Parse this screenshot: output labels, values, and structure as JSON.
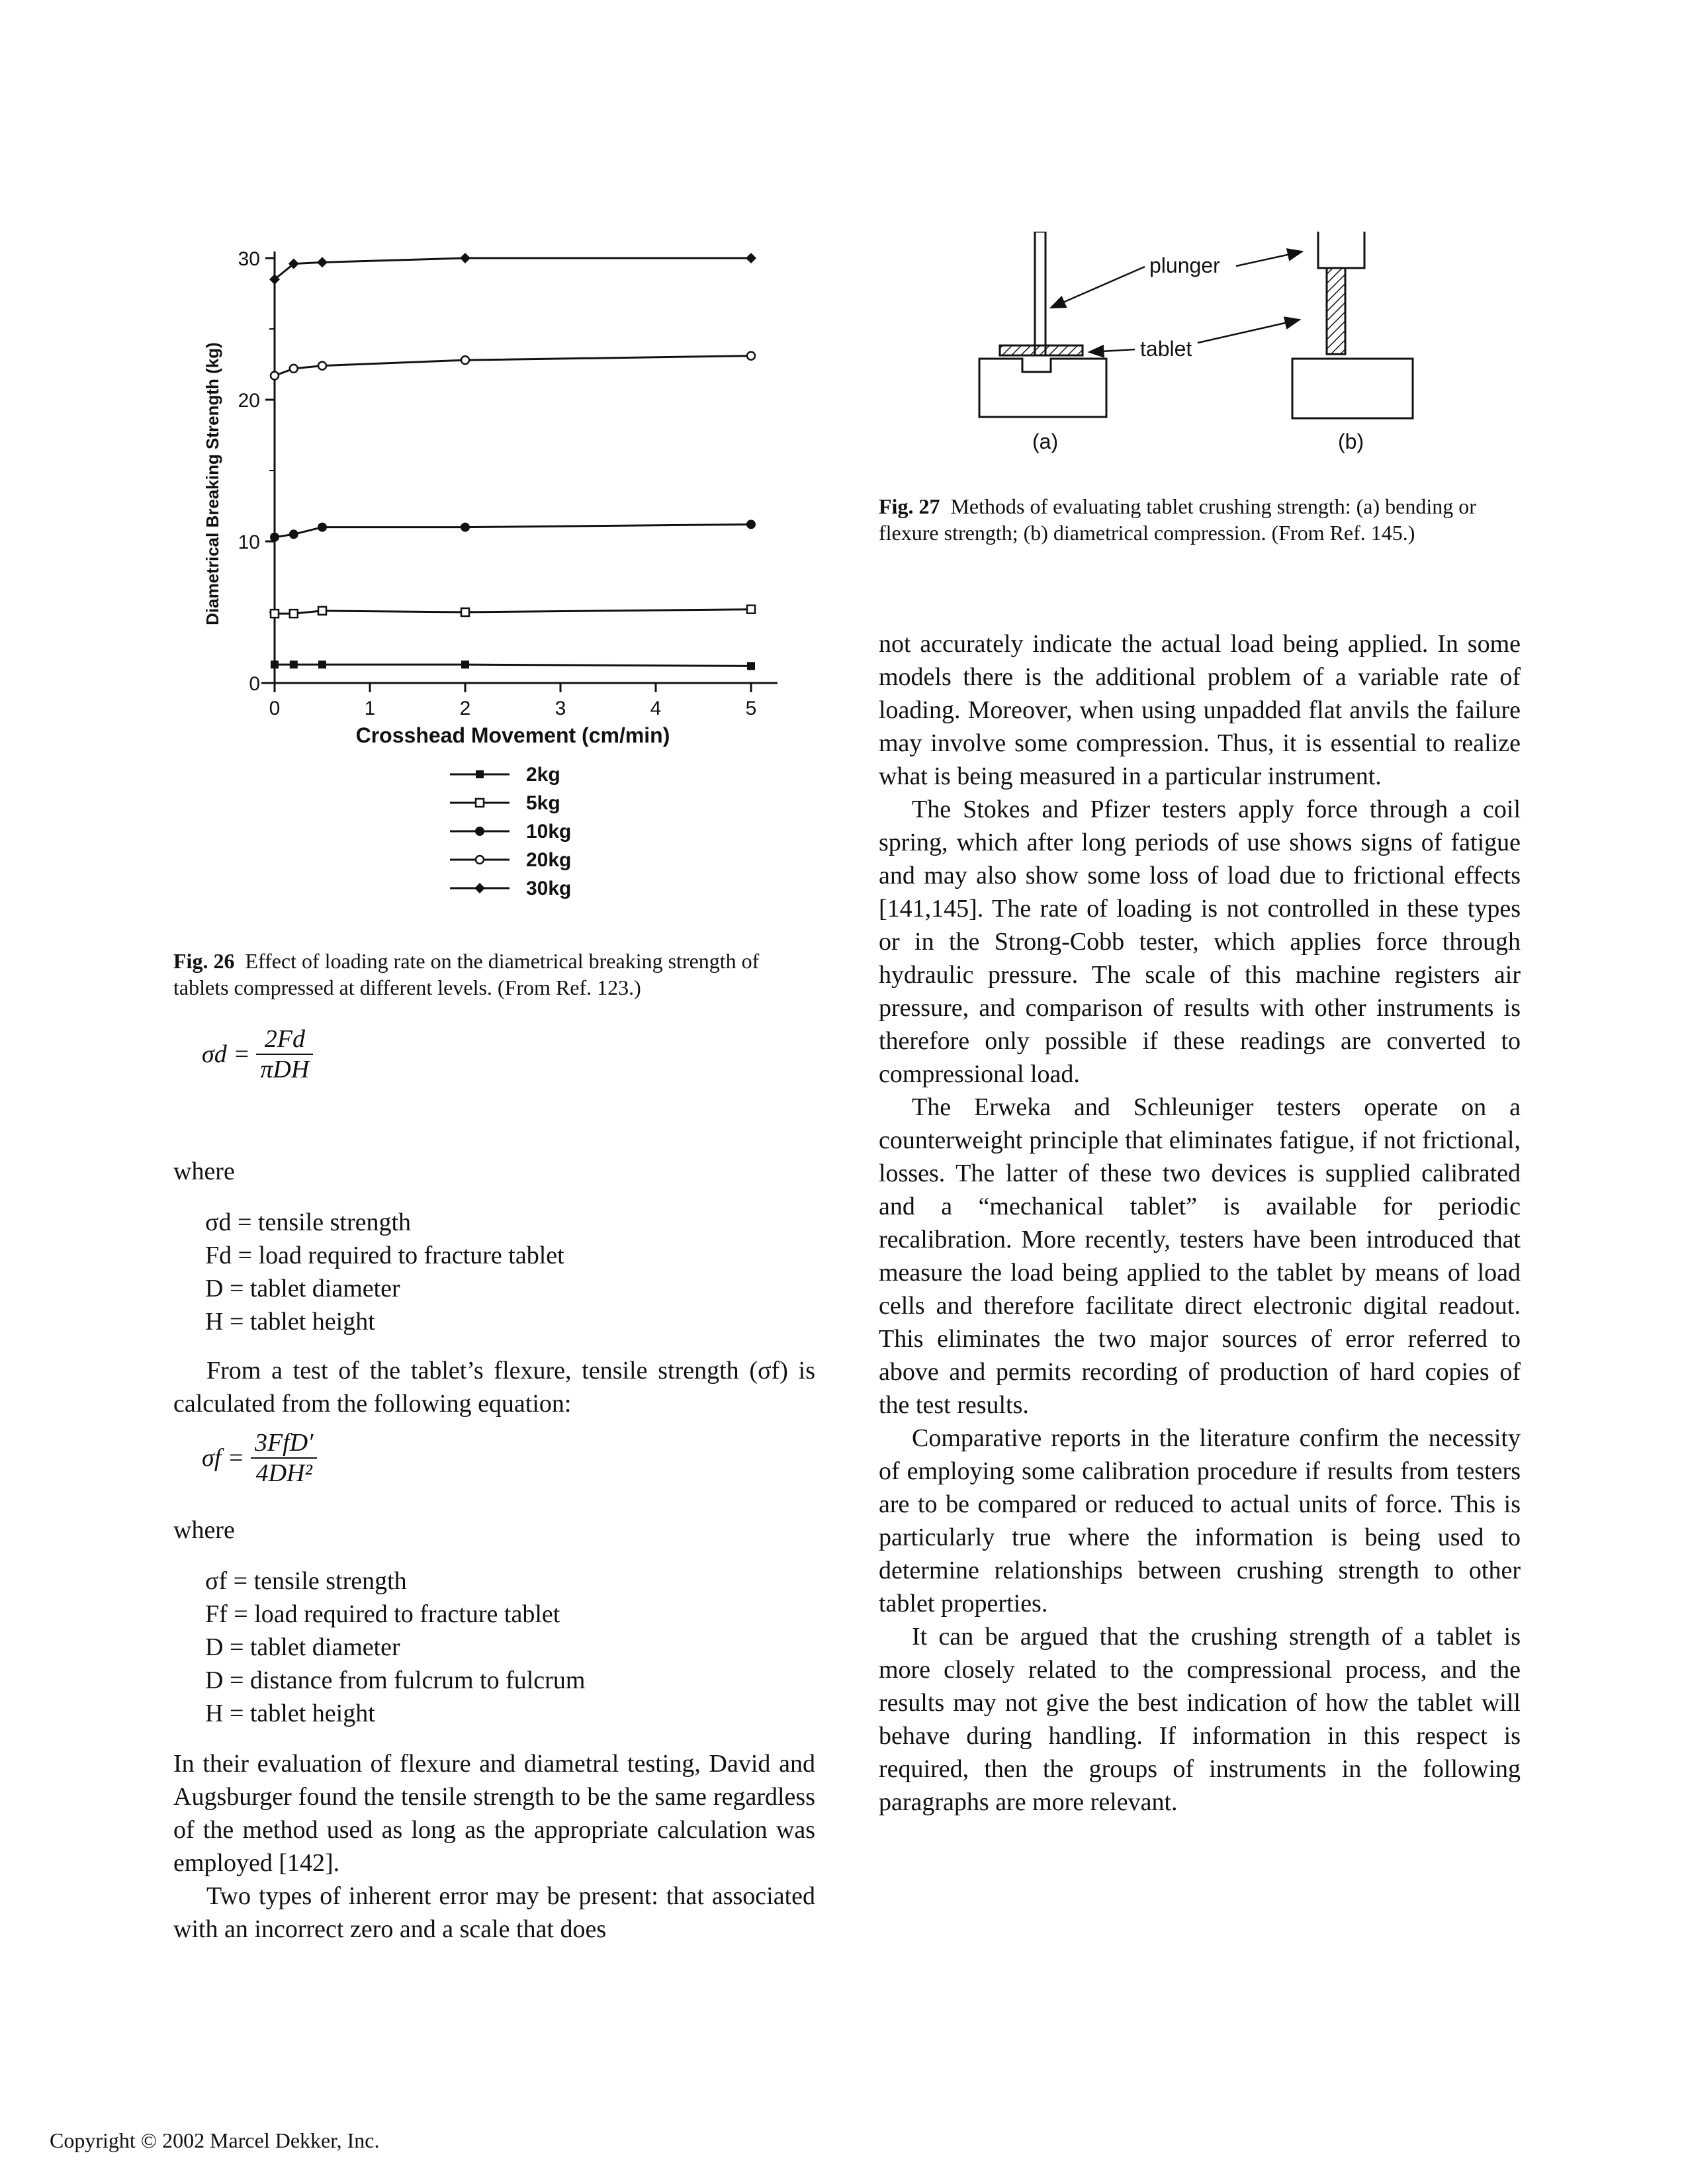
{
  "fig26": {
    "caption_label": "Fig. 26",
    "caption_text": "Effect of loading rate on the diametrical breaking strength of tablets compressed at different levels. (From Ref. 123.)"
  },
  "fig27": {
    "caption_label": "Fig. 27",
    "caption_text": "Methods of evaluating tablet crushing strength: (a) bending or flexure strength; (b) diametrical compression. (From Ref. 145.)",
    "label_plunger": "plunger",
    "label_tablet": "tablet",
    "label_a": "(a)",
    "label_b": "(b)"
  },
  "chart_data": {
    "type": "line",
    "xlabel": "Crosshead Movement (cm/min)",
    "ylabel": "Diametrical Breaking Strength (kg)",
    "xlim": [
      0,
      5
    ],
    "ylim": [
      0,
      30
    ],
    "xticks": [
      "0",
      "1",
      "2",
      "3",
      "4",
      "5"
    ],
    "yticks": [
      "0",
      "10",
      "20",
      "30"
    ],
    "grid": false,
    "legend_position": "below",
    "series": [
      {
        "name": "2kg",
        "marker": "filled-square",
        "x": [
          0,
          0.2,
          0.5,
          2,
          5
        ],
        "y": [
          1.3,
          1.3,
          1.3,
          1.3,
          1.2
        ]
      },
      {
        "name": "5kg",
        "marker": "open-square",
        "x": [
          0,
          0.2,
          0.5,
          2,
          5
        ],
        "y": [
          4.9,
          4.9,
          5.1,
          5.0,
          5.2
        ]
      },
      {
        "name": "10kg",
        "marker": "filled-circle",
        "x": [
          0,
          0.2,
          0.5,
          2,
          5
        ],
        "y": [
          10.3,
          10.5,
          11.0,
          11.0,
          11.2
        ]
      },
      {
        "name": "20kg",
        "marker": "open-circle",
        "x": [
          0,
          0.2,
          0.5,
          2,
          5
        ],
        "y": [
          21.7,
          22.2,
          22.4,
          22.8,
          23.1
        ]
      },
      {
        "name": "30kg",
        "marker": "filled-diamond",
        "x": [
          0,
          0.2,
          0.5,
          2,
          5
        ],
        "y": [
          28.5,
          29.6,
          29.7,
          30.0,
          30.0
        ]
      }
    ]
  },
  "equations": {
    "eq1_lhs": "σd =",
    "eq1_num": "2Fd",
    "eq1_den": "πDH",
    "where1": "where",
    "vars1": [
      "σd = tensile strength",
      "Fd = load required to fracture tablet",
      "D = tablet diameter",
      "H = tablet height"
    ],
    "para_flexure": "From a test of the tablet’s flexure, tensile strength (σf) is calculated from the following equation:",
    "eq2_lhs": "σf =",
    "eq2_num": "3FfD′",
    "eq2_den": "4DH²",
    "where2": "where",
    "vars2": [
      "σf = tensile strength",
      "Ff = load required to fracture tablet",
      "D = tablet diameter",
      "D = distance from fulcrum to fulcrum",
      "H =  tablet height"
    ]
  },
  "left_paragraphs": [
    "In their evaluation of flexure and diametral testing, David and Augsburger found the tensile strength to be the same regardless of the method used as long as the appropriate calculation was employed [142].",
    "Two types of inherent error may be present: that associated with an incorrect zero and a scale that does"
  ],
  "right_paragraphs": [
    "not accurately indicate the actual load being applied. In some models there is the additional problem of a variable rate of loading. Moreover, when using unpadded flat anvils the failure may involve some compression. Thus, it is essential to realize what is being measured in a particular instrument.",
    "The Stokes and Pfizer testers apply force through a coil spring, which after long periods of use shows signs of fatigue and may also show some loss of load due to frictional effects [141,145]. The rate of loading is not controlled in these types or in the Strong-Cobb tester, which applies force through hydraulic pressure. The scale of this machine registers air pressure, and comparison of results with other instruments is therefore only possible if these readings are converted to compressional load.",
    "The Erweka and Schleuniger testers operate on a counterweight principle that eliminates fatigue, if not frictional, losses. The latter of these two devices is supplied calibrated and a “mechanical tablet” is available for periodic recalibration. More recently, testers have been introduced that measure the load being applied to the tablet by means of load cells and therefore facilitate direct electronic digital readout. This eliminates the two major sources of error referred to above and permits recording of production of hard copies of the test results.",
    "Comparative reports in the literature confirm the necessity of employing some calibration procedure if results from testers are to be compared or reduced to actual units of force. This is particularly true where the information is being used to determine relationships between crushing strength to other tablet properties.",
    "It can be argued that the crushing strength of a tablet is more closely related to the compressional process, and the results may not give the best indication of how the tablet will behave during handling. If information in this respect is required, then the groups of instruments in the following paragraphs are more relevant."
  ],
  "footer": {
    "copyright": "Copyright © 2002 Marcel Dekker, Inc."
  }
}
